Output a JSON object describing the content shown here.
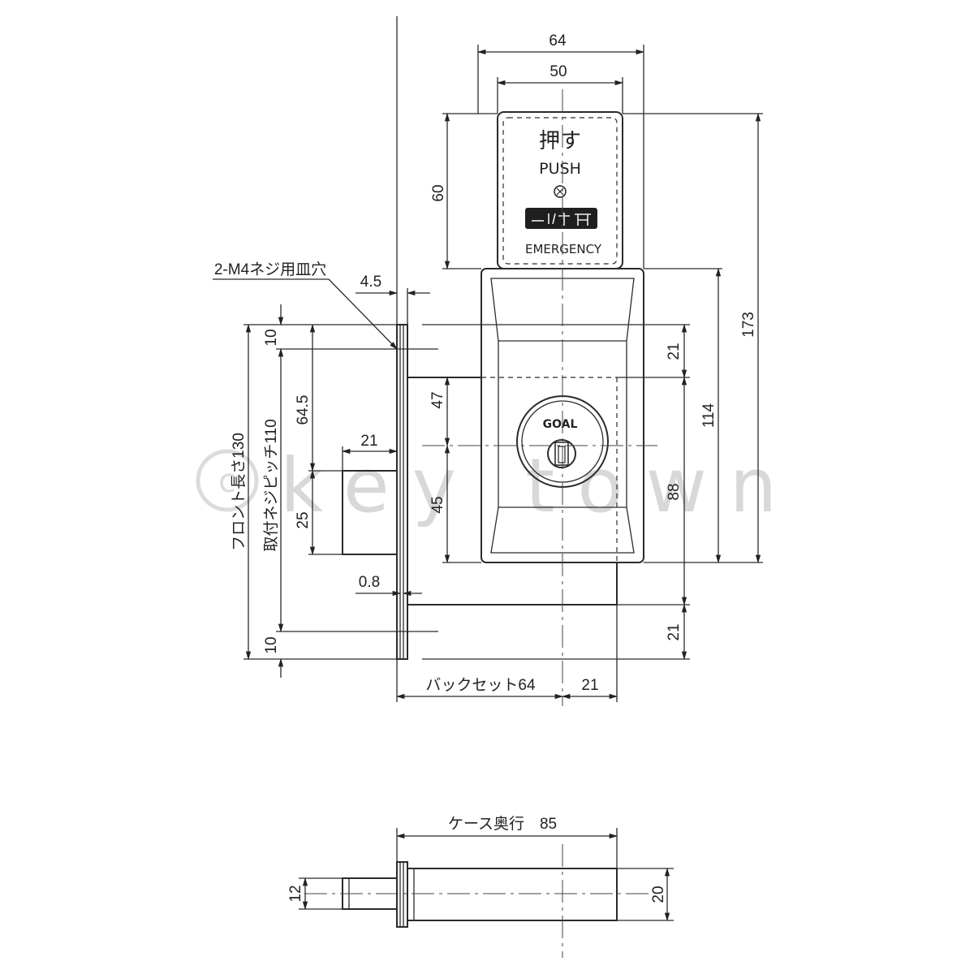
{
  "watermark": "key town",
  "panel": {
    "title_jp": "押す",
    "push": "PUSH",
    "logo": "GOAL",
    "emergency": "EMERGENCY"
  },
  "dims": {
    "w64": "64",
    "w50": "50",
    "h60": "60",
    "h173": "173",
    "h114": "114",
    "h88": "88",
    "h21_top": "21",
    "h21_bottom": "21",
    "d47": "47",
    "d45": "45",
    "screw_note": "2-M4ネジ用皿穴",
    "t4_5": "4.5",
    "d10_top": "10",
    "d64_5": "64.5",
    "d21_knob": "21",
    "d25": "25",
    "d0_8": "0.8",
    "d10_bottom": "10",
    "front_length": "フロント長さ130",
    "mount_pitch": "取付ネジピッチ110",
    "backset": "バックセット64",
    "b21": "21",
    "case_depth": "ケース奥行　85",
    "d12": "12",
    "d20": "20"
  }
}
